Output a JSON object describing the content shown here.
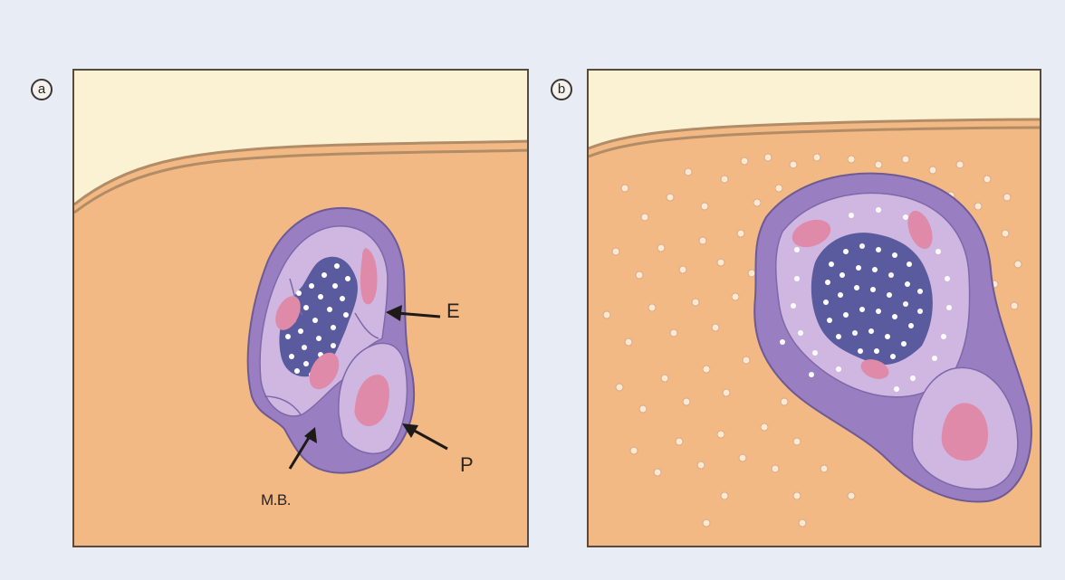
{
  "panels": [
    {
      "marker": "a"
    },
    {
      "marker": "b"
    }
  ],
  "labels": {
    "e": "E",
    "p": "P",
    "mb": "M.B."
  },
  "colors": {
    "page_background": "#e8ecf5",
    "upper_layer": "#fbf2d3",
    "lower_layer": "#f2b984",
    "boundary_line": "#b28c66",
    "membrane": "#9a7ec2",
    "membrane_dark": "#6e5a95",
    "inner_light": "#cfb7e2",
    "dense_core": "#5a5a9e",
    "pink_bodies": "#de8aa8",
    "vesicles": "#ffffff"
  }
}
